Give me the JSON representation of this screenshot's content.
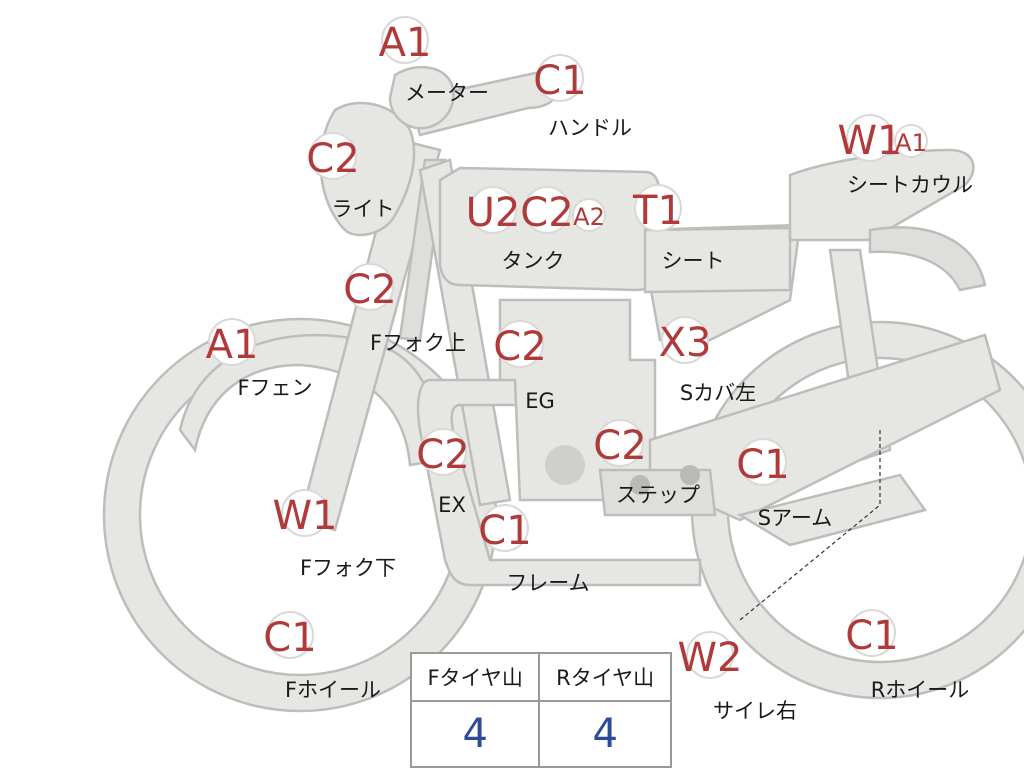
{
  "badges": [
    {
      "code": "A1",
      "label": "メーター"
    },
    {
      "code": "C1",
      "label": "ハンドル"
    },
    {
      "code": "C2",
      "label": "ライト"
    },
    {
      "code": "U2",
      "label": ""
    },
    {
      "code": "C2",
      "label": "タンク"
    },
    {
      "code": "A2",
      "label": ""
    },
    {
      "code": "T1",
      "label": "シート"
    },
    {
      "code": "W1",
      "label": "シートカウル"
    },
    {
      "code": "A1",
      "label": ""
    },
    {
      "code": "C2",
      "label": "Fフォク上"
    },
    {
      "code": "A1",
      "label": "Fフェン"
    },
    {
      "code": "C2",
      "label": "EG"
    },
    {
      "code": "X3",
      "label": "Sカバ左"
    },
    {
      "code": "C2",
      "label": "EX"
    },
    {
      "code": "C2",
      "label": "ステップ"
    },
    {
      "code": "C1",
      "label": "Sアーム"
    },
    {
      "code": "W1",
      "label": "Fフォク下"
    },
    {
      "code": "C1",
      "label": "フレーム"
    },
    {
      "code": "C1",
      "label": "Fホイール"
    },
    {
      "code": "W2",
      "label": "サイレ右"
    },
    {
      "code": "C1",
      "label": "Rホイール"
    }
  ],
  "tire_table": {
    "front_header": "Fタイヤ山",
    "rear_header": "Rタイヤ山",
    "front_value": "4",
    "rear_value": "4"
  },
  "colors": {
    "code_text": "#b03a3a",
    "tire_value": "#2c4a9a",
    "part_fill": "#e6e6e3"
  }
}
